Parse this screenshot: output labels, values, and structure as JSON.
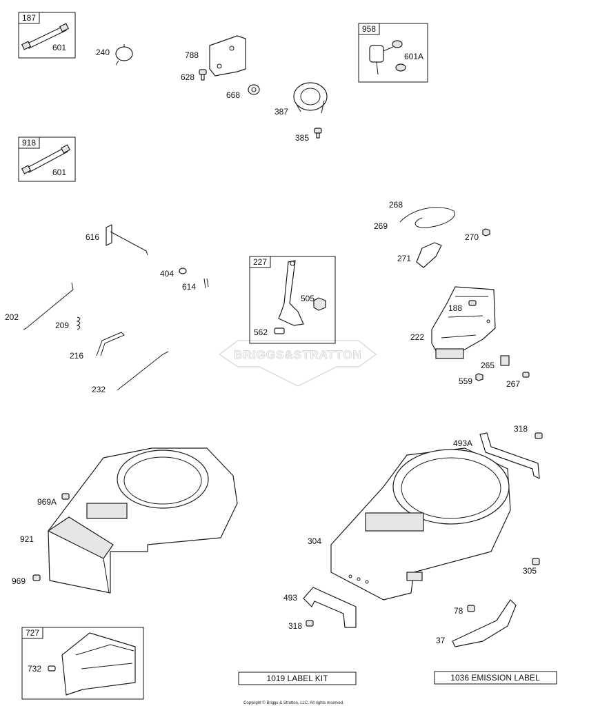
{
  "watermark": {
    "text": "BRIGGS&STRATTON"
  },
  "boxes": [
    {
      "id": "187"
    },
    {
      "id": "918"
    },
    {
      "id": "958"
    },
    {
      "id": "227"
    },
    {
      "id": "727"
    }
  ],
  "labels": [
    "601",
    "240",
    "788",
    "628",
    "668",
    "387",
    "385",
    "601A",
    "601",
    "268",
    "269",
    "270",
    "271",
    "616",
    "404",
    "614",
    "202",
    "209",
    "216",
    "232",
    "505",
    "562",
    "188",
    "222",
    "265",
    "559",
    "267",
    "318",
    "493A",
    "969A",
    "921",
    "969",
    "304",
    "305",
    "493",
    "318",
    "78",
    "37",
    "732"
  ],
  "kits": [
    {
      "text": "1019 LABEL KIT"
    },
    {
      "text": "1036 EMISSION LABEL"
    }
  ],
  "copyright": "Copyright © Briggs & Stratton, LLC. All rights reserved."
}
